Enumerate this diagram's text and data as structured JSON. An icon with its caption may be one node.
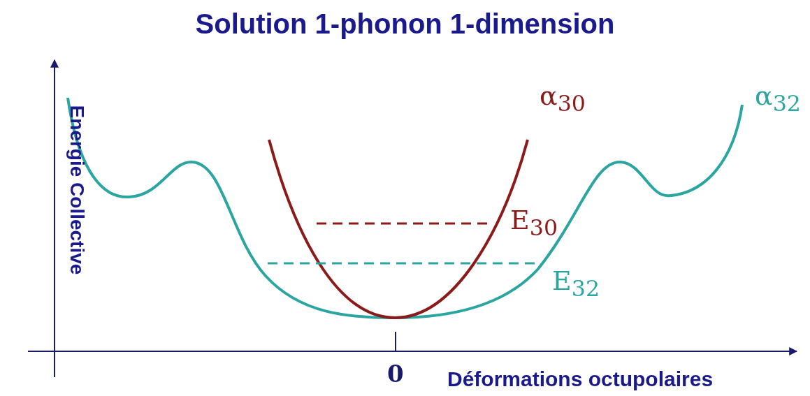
{
  "diagram": {
    "title": "Solution 1-phonon 1-dimension",
    "labels": [
      "Energie Collective",
      "α$_{30}$",
      "α$_{32}$",
      "E$_{30}$",
      "E$_{32}$",
      "0",
      "Déformations octupolaires"
    ]
  }
}
